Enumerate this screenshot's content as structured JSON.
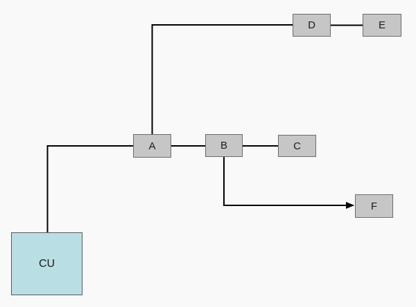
{
  "diagram": {
    "nodes": {
      "cu": {
        "label": "CU"
      },
      "a": {
        "label": "A"
      },
      "b": {
        "label": "B"
      },
      "c": {
        "label": "C"
      },
      "d": {
        "label": "D"
      },
      "e": {
        "label": "E"
      },
      "f": {
        "label": "F"
      }
    },
    "edges": [
      {
        "from": "CU",
        "to": "A",
        "arrow": false
      },
      {
        "from": "A",
        "to": "D",
        "arrow": false
      },
      {
        "from": "D",
        "to": "E",
        "arrow": false
      },
      {
        "from": "A",
        "to": "B",
        "arrow": false
      },
      {
        "from": "B",
        "to": "C",
        "arrow": false
      },
      {
        "from": "B",
        "to": "F",
        "arrow": true
      }
    ],
    "colors": {
      "background": "#f9f9f9",
      "node_fill": "#c6c6c6",
      "node_border": "#6b6b6b",
      "cu_fill": "#b9dee4",
      "cu_border": "#595959",
      "edge_color": "#000000",
      "label_color": "#1a1a1a"
    }
  }
}
